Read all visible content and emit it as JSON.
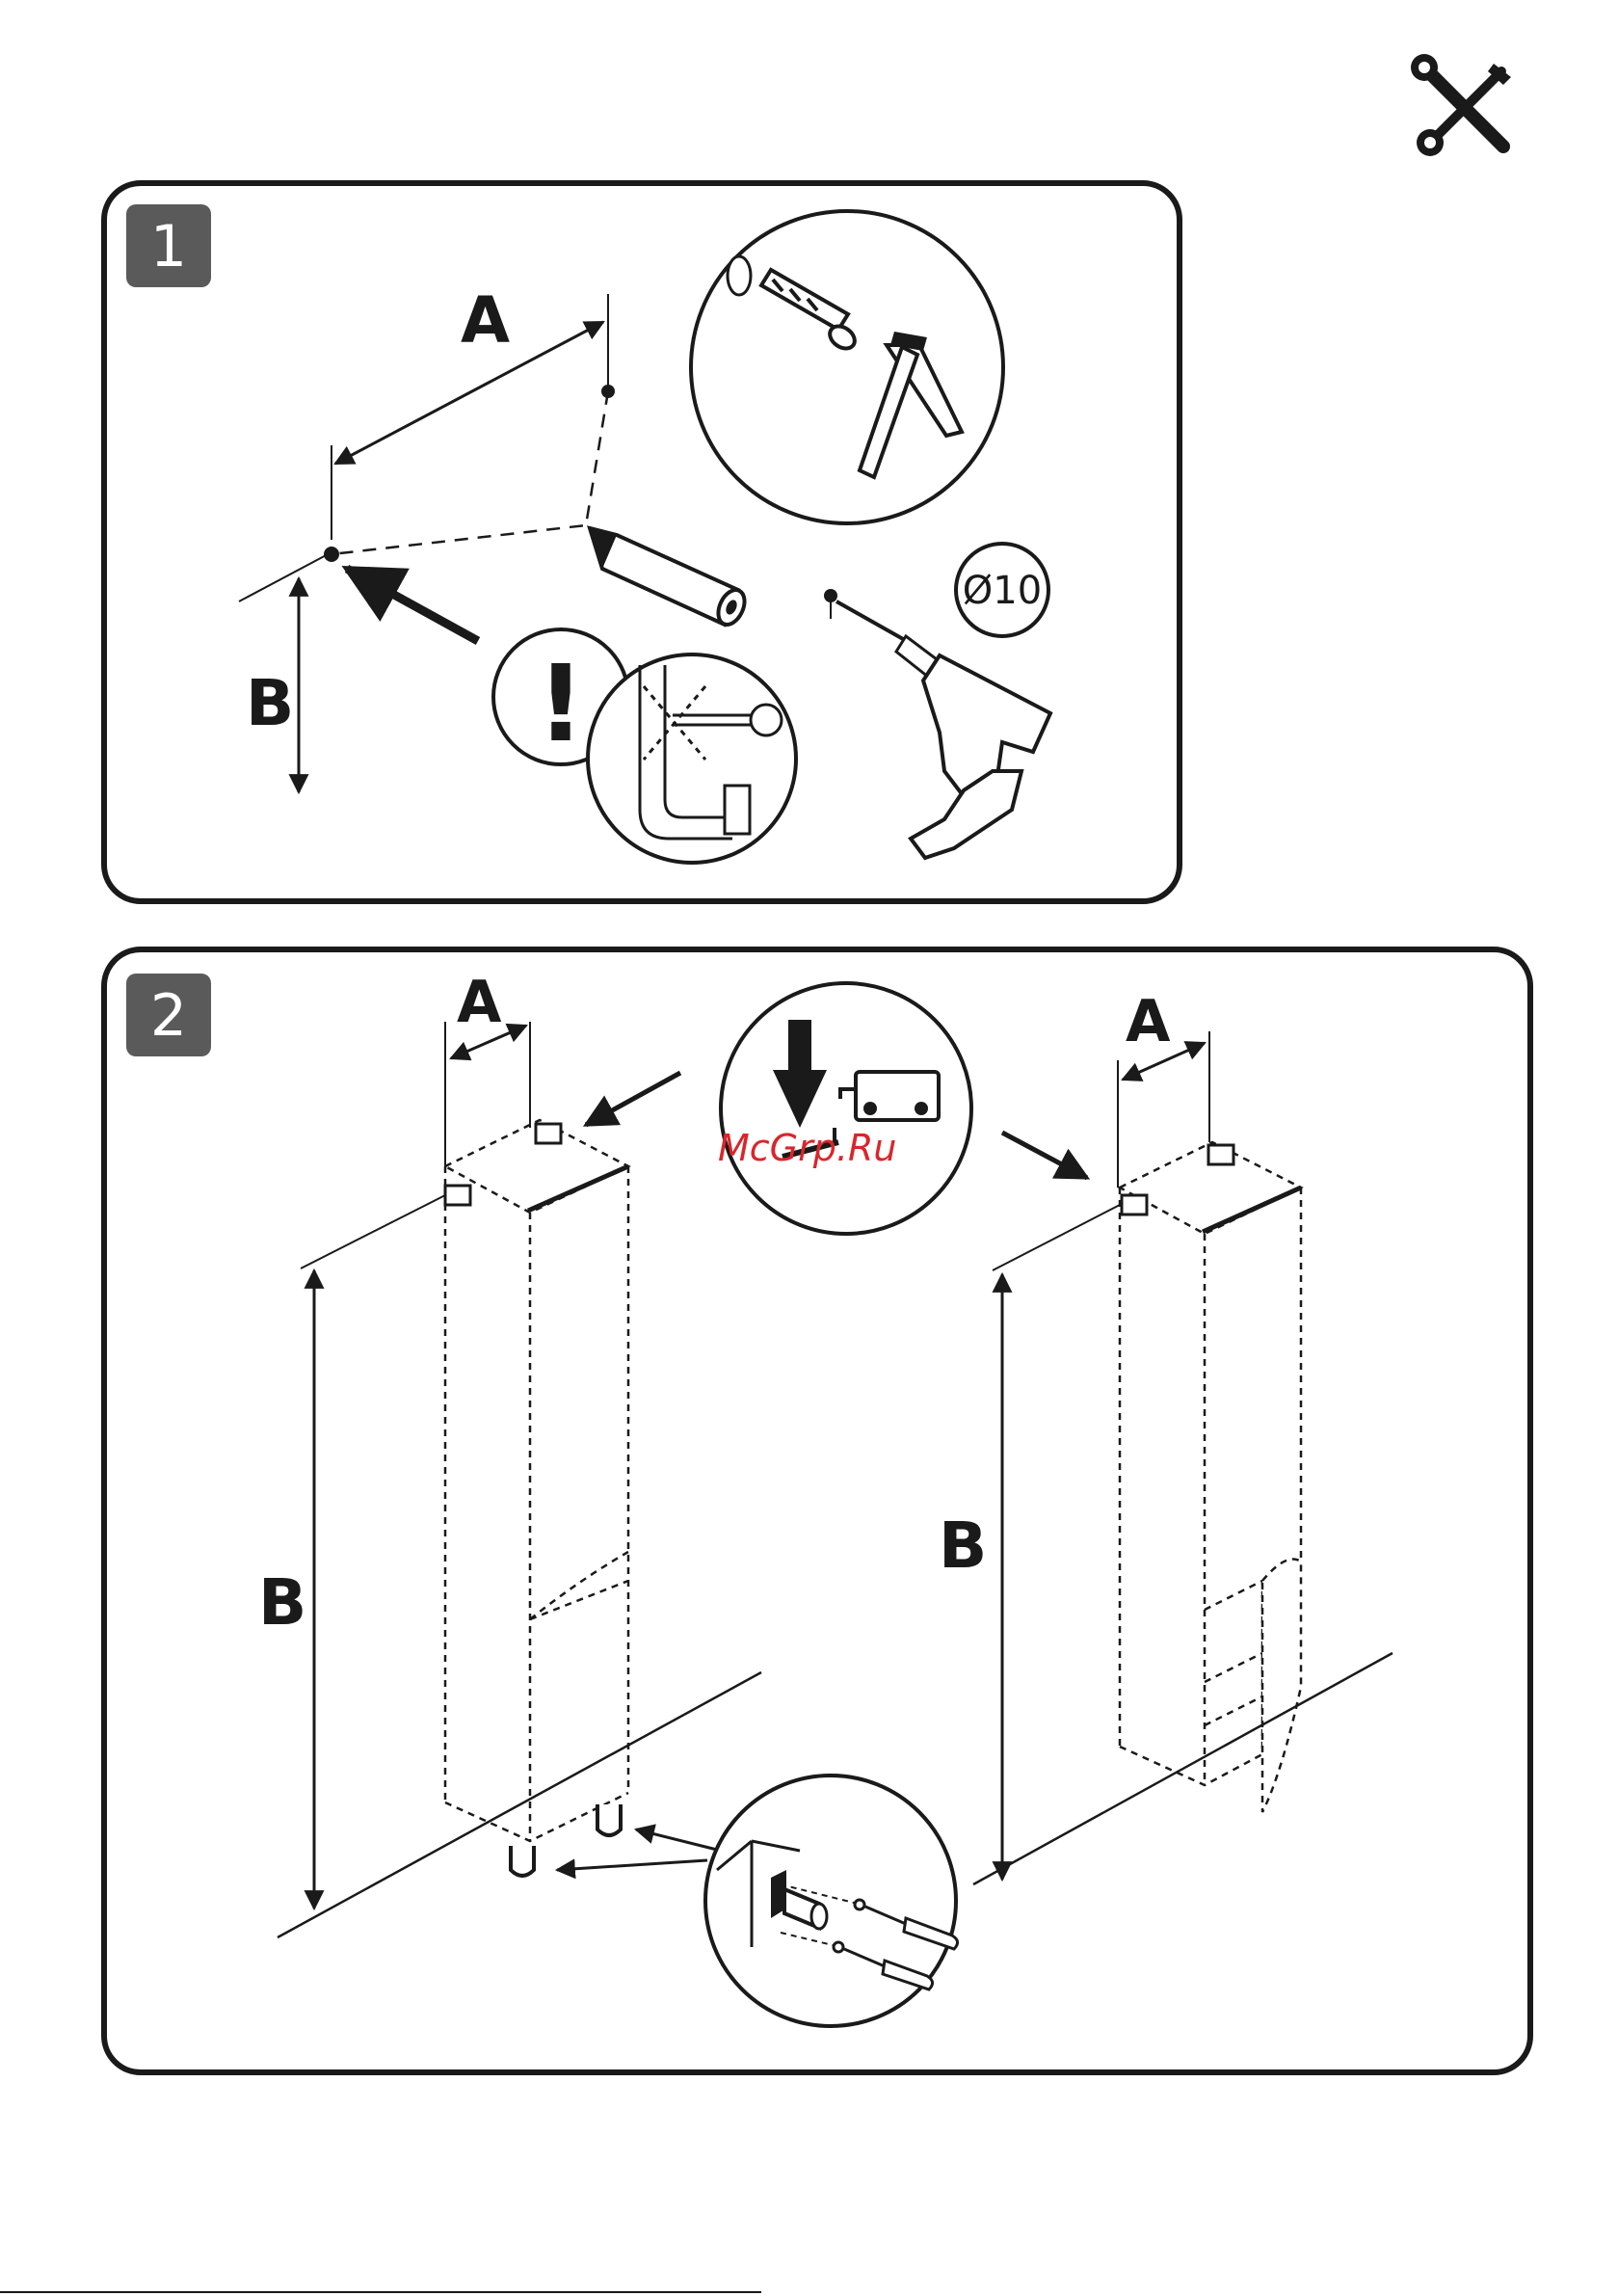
{
  "watermark": "McGrp.Ru",
  "steps": [
    {
      "number": "1",
      "labels": {
        "a": "A",
        "b": "B",
        "warning": "!",
        "drill_size": "Ø10"
      }
    },
    {
      "number": "2",
      "labels": {
        "a_left": "A",
        "b_left": "B",
        "a_right": "A",
        "b_right": "B"
      }
    }
  ],
  "icons": [
    "tools-icon",
    "pencil-icon",
    "wall-plug-icon",
    "hammer-icon",
    "drill-icon",
    "screwdriver-icon",
    "hook-bracket-icon"
  ]
}
